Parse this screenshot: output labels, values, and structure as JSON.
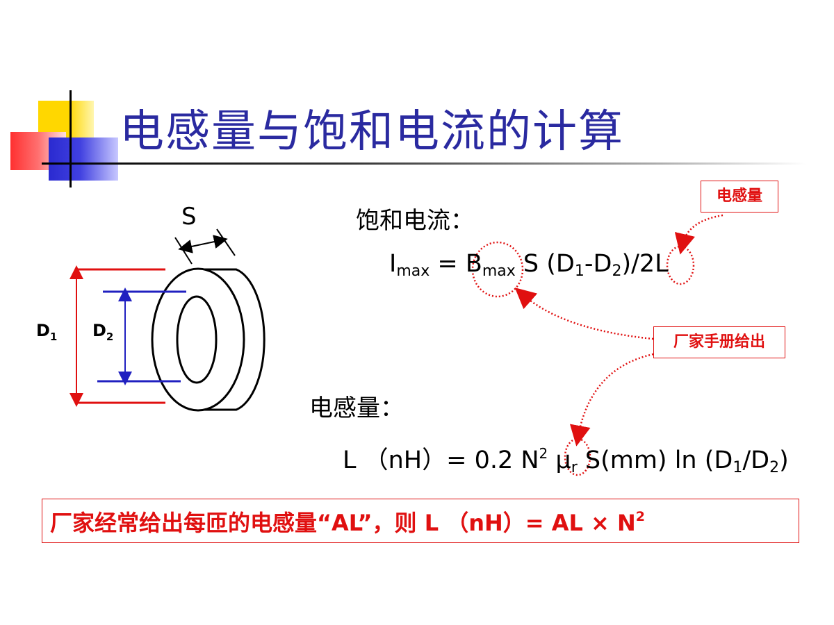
{
  "title": "电感量与饱和电流的计算",
  "diagram": {
    "label_s": "S",
    "label_d1": "D",
    "label_d1_sub": "1",
    "label_d2": "D",
    "label_d2_sub": "2"
  },
  "saturation": {
    "heading": "饱和电流：",
    "formula": {
      "i": "I",
      "i_sub": "max",
      "eq": " = ",
      "b": "B",
      "b_sub": "max",
      "s": " S (D",
      "d1_sub": "1",
      "minus_d": "-D",
      "d2_sub": "2",
      "tail": ")/2L"
    }
  },
  "inductance": {
    "heading": "电感量：",
    "formula": {
      "lhs": "L （nH）= 0.2 N",
      "n_sup": "2",
      "mu": " μ",
      "mu_sub": "r",
      "mid": " S(mm)  ln (D",
      "d1_sub": "1",
      "slash_d": "/D",
      "d2_sub": "2",
      "tail": ")"
    }
  },
  "callouts": {
    "inductance": "电感量",
    "manufacturer": "厂家手册给出"
  },
  "note": {
    "text": "厂家经常给出每匝的电感量“AL”，则 L （nH）= AL × N",
    "sup": "2"
  },
  "colors": {
    "title": "#2a2aa0",
    "accent_red": "#e01010",
    "diagram_red": "#e01010",
    "diagram_blue": "#2020c0"
  }
}
